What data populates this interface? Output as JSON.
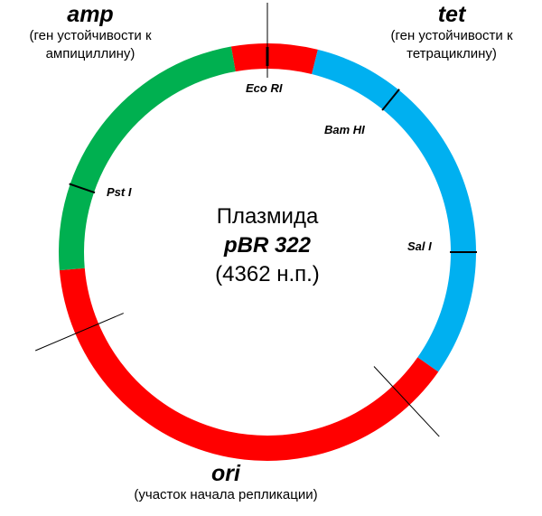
{
  "center": {
    "title": "Плазмида",
    "name": "pBR 322",
    "size": "(4362 н.п.)"
  },
  "genes": {
    "amp": {
      "name": "amp",
      "description_line1": "(ген устойчивости к",
      "description_line2": "ампициллину)",
      "color": "#00b050"
    },
    "tet": {
      "name": "tet",
      "description_line1": "(ген устойчивости к",
      "description_line2": "тетрациклину)",
      "color": "#00b0f0"
    },
    "ori": {
      "name": "ori",
      "description": "(участок начала репликации)",
      "color": "#ff0000"
    }
  },
  "restriction_sites": [
    {
      "name": "Eco RI",
      "angle_deg": 0
    },
    {
      "name": "Bam HI",
      "angle_deg": 39
    },
    {
      "name": "Sal I",
      "angle_deg": 90
    },
    {
      "name": "Pst I",
      "angle_deg": 289
    }
  ],
  "ori_markers": [
    {
      "angle_deg": 137
    },
    {
      "angle_deg": 247
    }
  ],
  "ring_segments": [
    {
      "region": "red-top",
      "start_deg": -10,
      "end_deg": 14,
      "color": "#ff0000"
    },
    {
      "region": "tet",
      "start_deg": 14,
      "end_deg": 125,
      "color": "#00b0f0"
    },
    {
      "region": "ori",
      "start_deg": 125,
      "end_deg": 265,
      "color": "#ff0000"
    },
    {
      "region": "amp",
      "start_deg": 265,
      "end_deg": 350,
      "color": "#00b050"
    }
  ]
}
